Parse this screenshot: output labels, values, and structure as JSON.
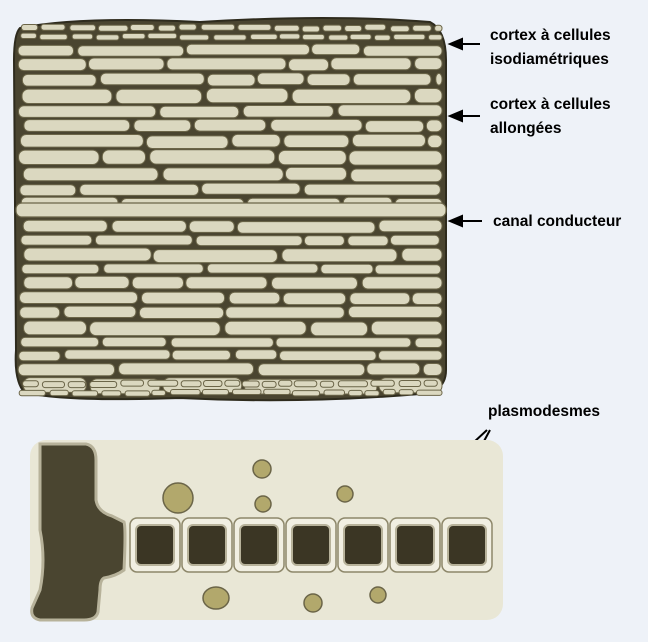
{
  "labels": {
    "cortex_iso_line1": "cortex à cellules",
    "cortex_iso_line2": "isodiamétriques",
    "cortex_elong_line1": "cortex à cellules",
    "cortex_elong_line2": "allongées",
    "canal": "canal conducteur",
    "plasmodesmes": "plasmodesmes"
  },
  "colors": {
    "background": "#eef2f8",
    "tissue_dark": "#4a4530",
    "cell_fill": "#dbd8c0",
    "cell_outline": "#6b6548",
    "panel_fill": "#e9e7d6",
    "organelle_fill": "#b2a86c",
    "pore_fill": "#3b3624"
  }
}
